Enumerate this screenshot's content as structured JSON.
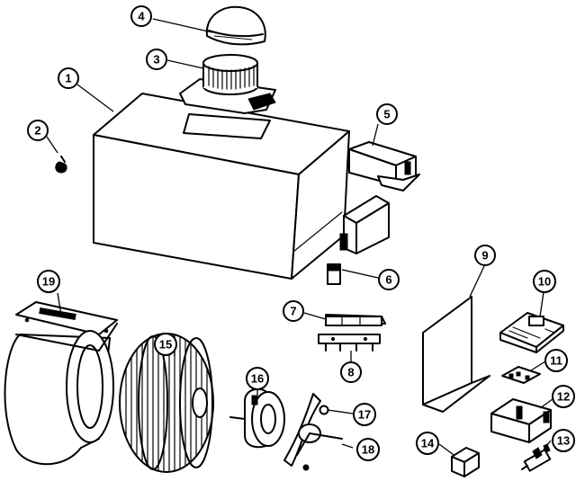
{
  "callouts": [
    {
      "label": "1"
    },
    {
      "label": "2"
    },
    {
      "label": "3"
    },
    {
      "label": "4"
    },
    {
      "label": "5"
    },
    {
      "label": "6"
    },
    {
      "label": "7"
    },
    {
      "label": "8"
    },
    {
      "label": "9"
    },
    {
      "label": "10"
    },
    {
      "label": "11"
    },
    {
      "label": "12"
    },
    {
      "label": "13"
    },
    {
      "label": "14"
    },
    {
      "label": "15"
    },
    {
      "label": "16"
    },
    {
      "label": "17"
    },
    {
      "label": "18"
    },
    {
      "label": "19"
    }
  ],
  "colors": {
    "ink": "#000000",
    "paper": "#ffffff"
  }
}
